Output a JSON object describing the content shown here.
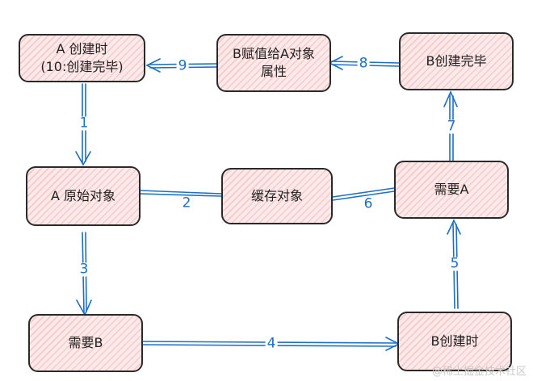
{
  "nodes": {
    "a_created": {
      "line1": "A 创建时",
      "line2": "(10:创建完毕)"
    },
    "b_assign": {
      "line1": "B赋值给A对象",
      "line2": "属性"
    },
    "b_done": {
      "line1": "B创建完毕"
    },
    "a_raw": {
      "line1": "A 原始对象"
    },
    "cache": {
      "line1": "缓存对象"
    },
    "need_a": {
      "line1": "需要A"
    },
    "need_b": {
      "line1": "需要B"
    },
    "b_created": {
      "line1": "B创建时"
    }
  },
  "edges": {
    "e1": "1",
    "e2": "2",
    "e3": "3",
    "e4": "4",
    "e5": "5",
    "e6": "6",
    "e7": "7",
    "e8": "8",
    "e9": "9"
  },
  "colors": {
    "edge": "#1c6fc7",
    "node_fill": "#fde9e9",
    "node_hatch": "#d65a5a",
    "border": "#2a2a2a"
  },
  "watermark": "@稀土掘金技术社区"
}
